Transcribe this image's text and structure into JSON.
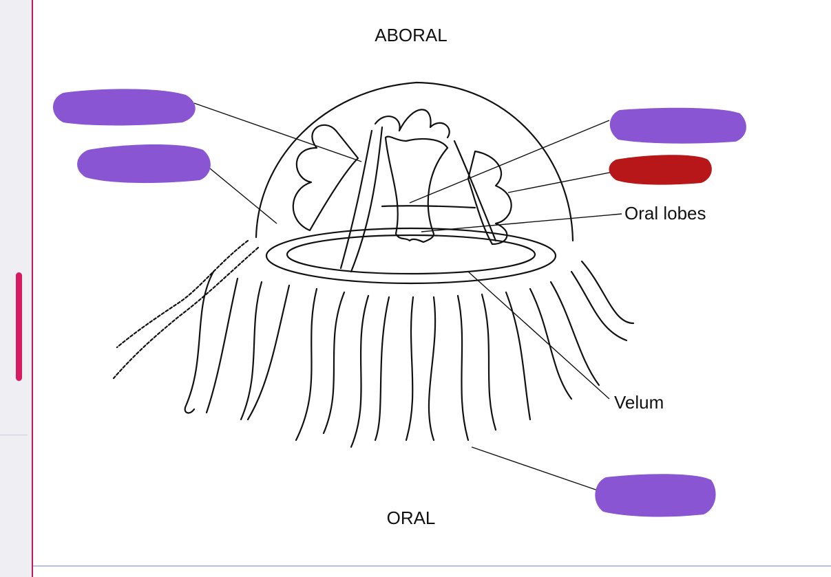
{
  "diagram": {
    "top_label": "ABORAL",
    "bottom_label": "ORAL",
    "labels": {
      "oral_lobes": "Oral lobes",
      "velum": "Velum"
    },
    "colors": {
      "redaction_purple": "#8a55d2",
      "redaction_red": "#b8171a",
      "outline": "#111111",
      "gutter_accent": "#d81b60"
    }
  }
}
